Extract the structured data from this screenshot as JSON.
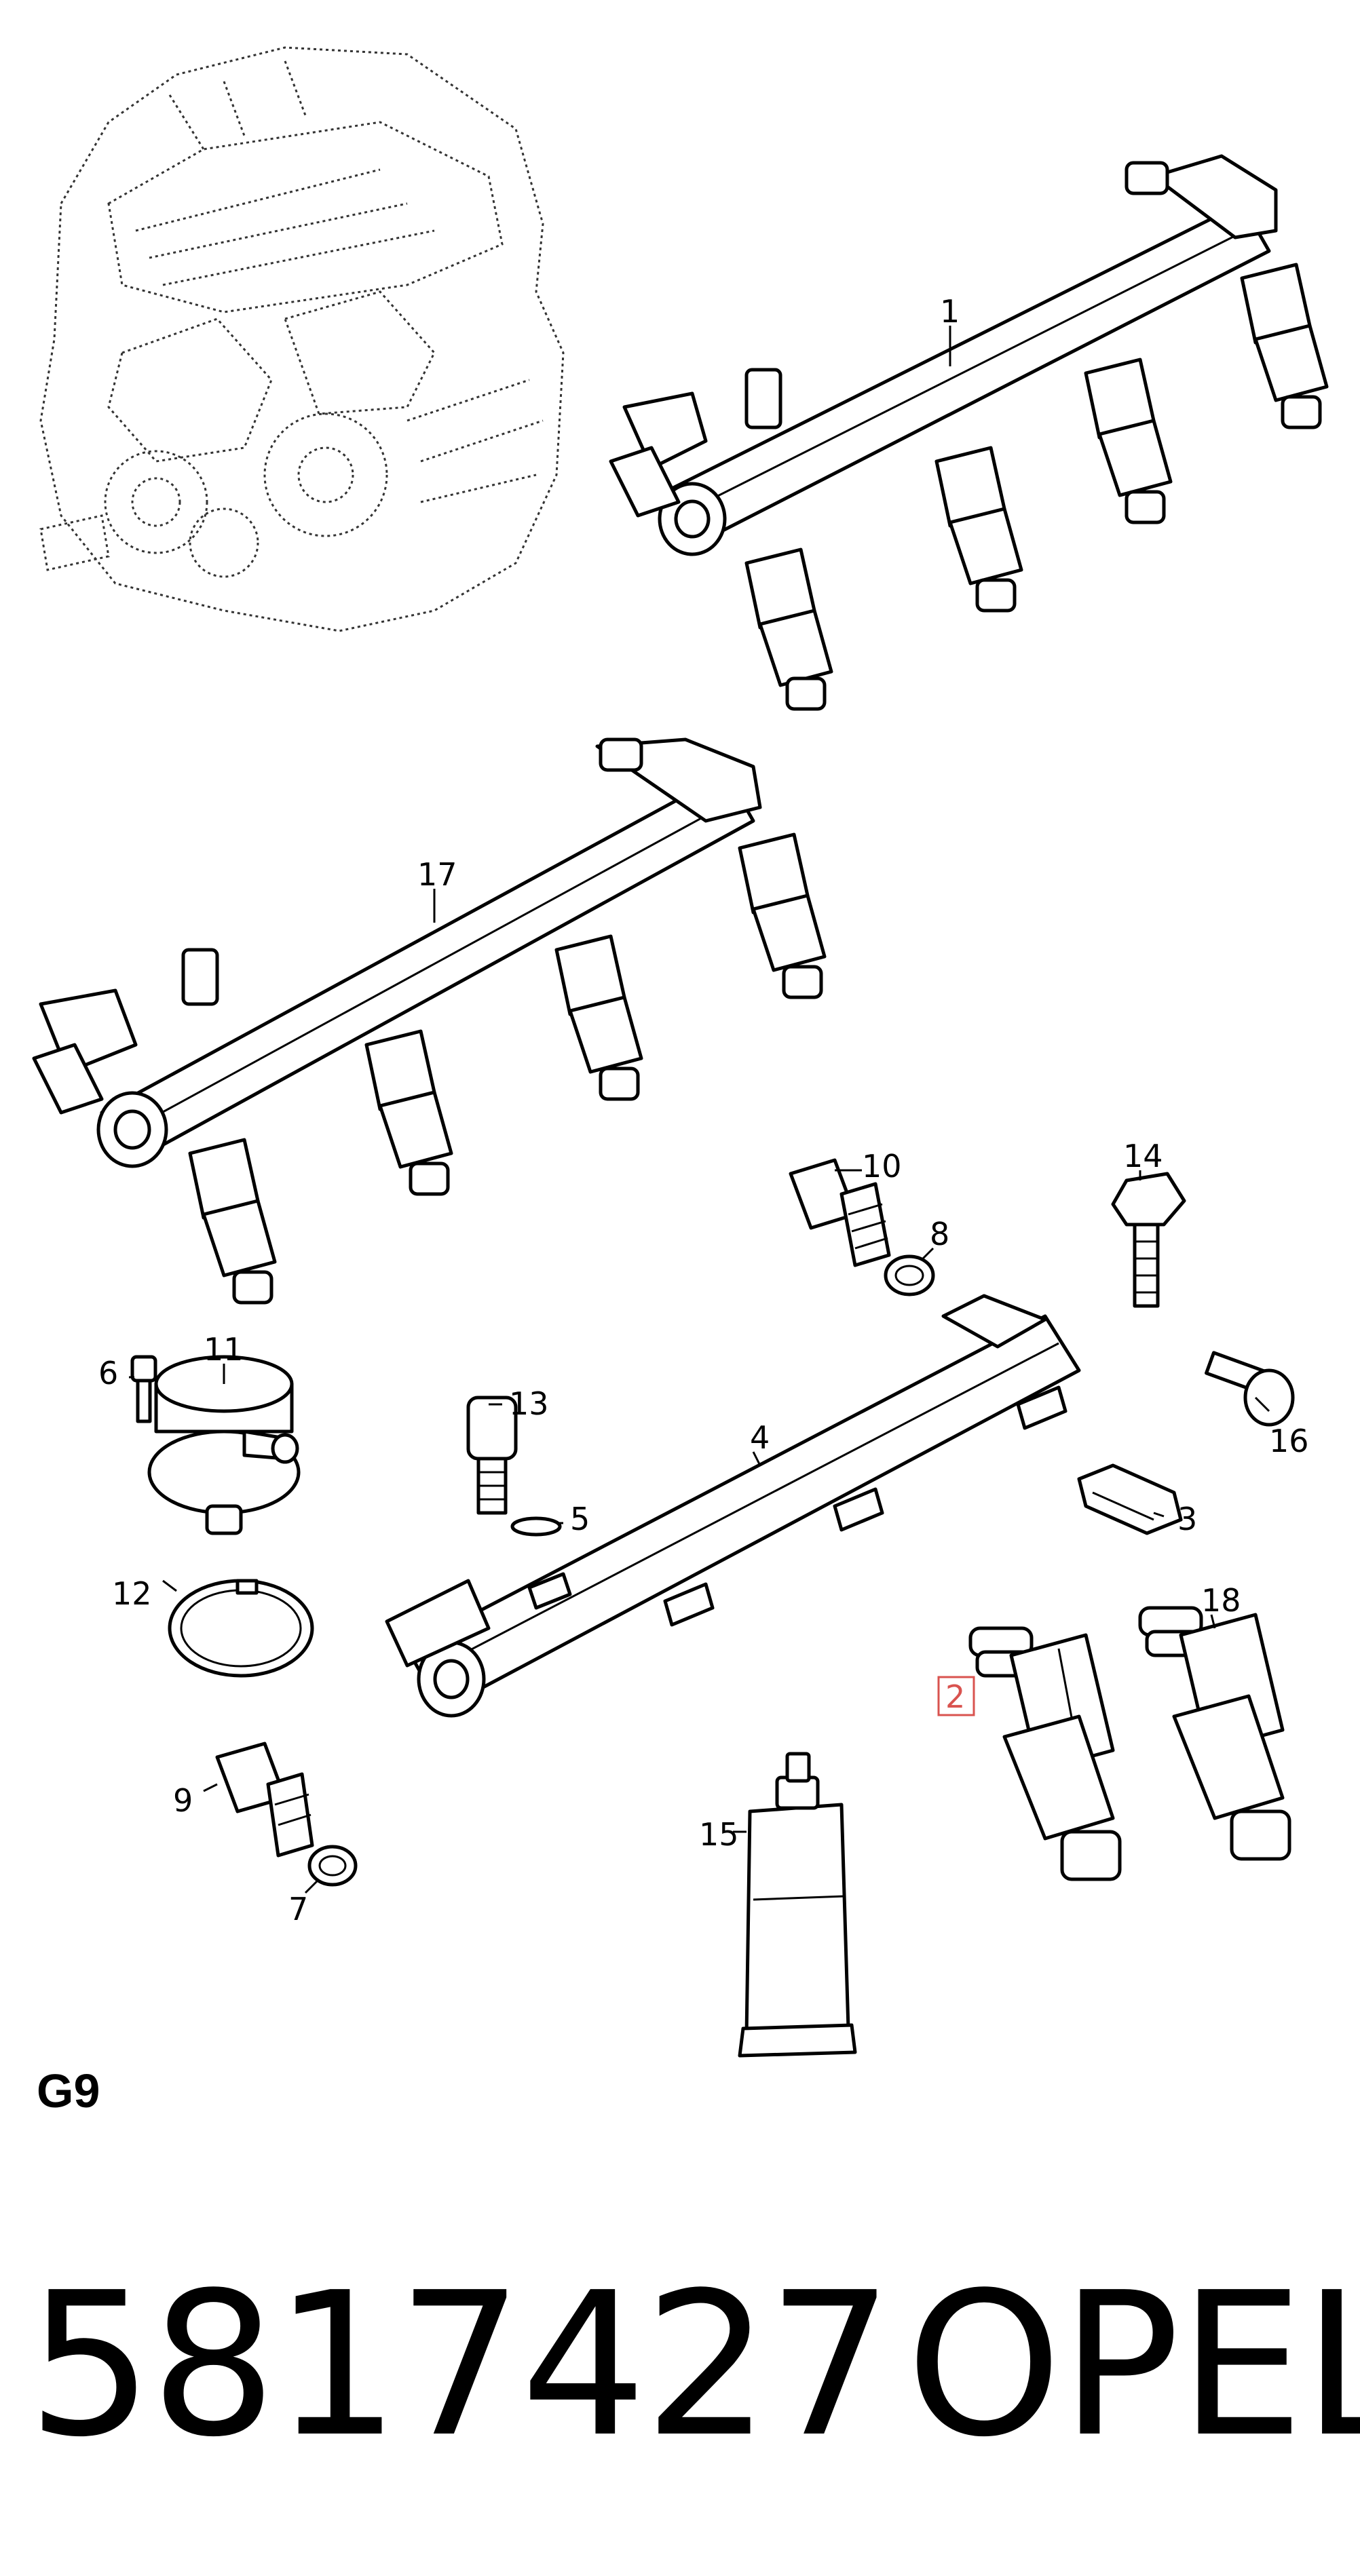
{
  "diagram": {
    "code": "G9",
    "part_number": "5817427",
    "brand": "OPEL",
    "highlight_color": "#d9534f",
    "callouts": [
      {
        "id": "1",
        "label": "1"
      },
      {
        "id": "2",
        "label": "2",
        "highlighted": true
      },
      {
        "id": "3",
        "label": "3"
      },
      {
        "id": "4",
        "label": "4"
      },
      {
        "id": "5",
        "label": "5"
      },
      {
        "id": "6",
        "label": "6"
      },
      {
        "id": "7",
        "label": "7"
      },
      {
        "id": "8",
        "label": "8"
      },
      {
        "id": "9",
        "label": "9"
      },
      {
        "id": "10",
        "label": "10"
      },
      {
        "id": "11",
        "label": "11"
      },
      {
        "id": "12",
        "label": "12"
      },
      {
        "id": "13",
        "label": "13"
      },
      {
        "id": "14",
        "label": "14"
      },
      {
        "id": "15",
        "label": "15"
      },
      {
        "id": "16",
        "label": "16"
      },
      {
        "id": "17",
        "label": "17"
      },
      {
        "id": "18",
        "label": "18"
      }
    ]
  }
}
